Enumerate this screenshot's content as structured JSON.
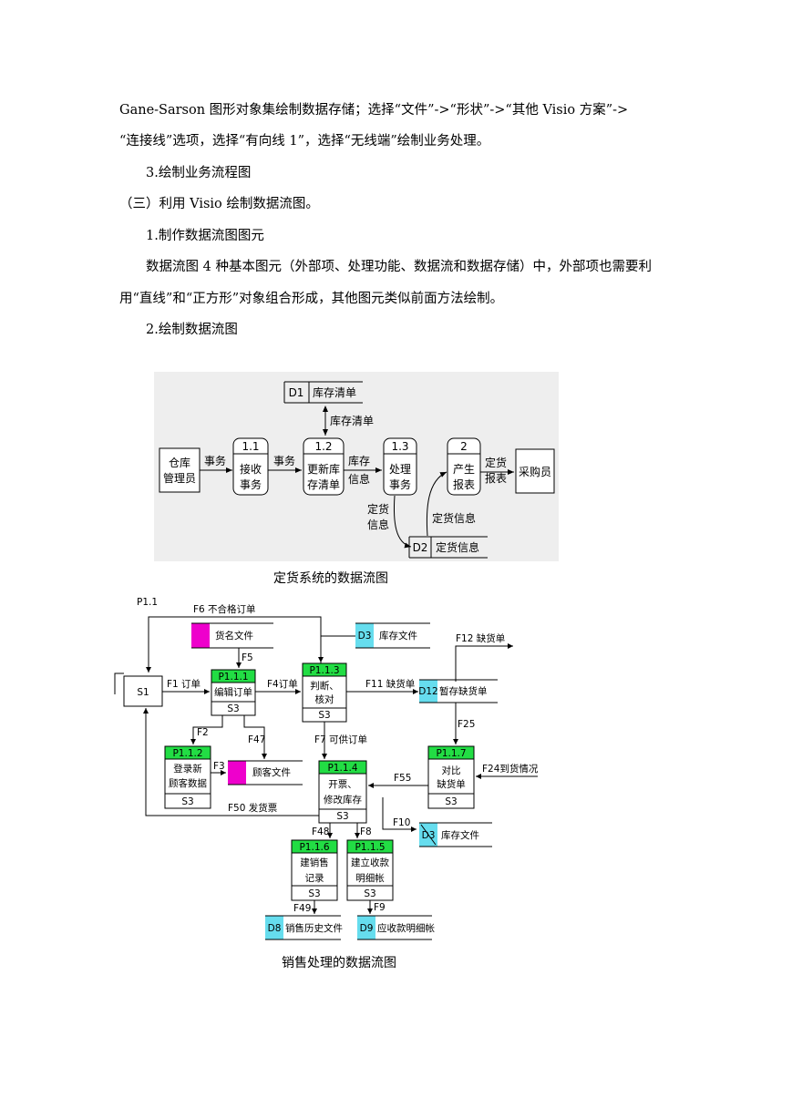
{
  "doc": {
    "lines": [
      "Gane-Sarson 图形对象集绘制数据存储；选择“文件”->“形状”->“其他 Visio 方案”->",
      "“连接线”选项，选择“有向线 1”，选择“无线端”绘制业务处理。",
      "3.绘制业务流程图",
      "（三）利用 Visio 绘制数据流图。",
      "1.制作数据流图图元",
      "数据流图 4 种基本图元（外部项、处理功能、数据流和数据存储）中，外部项也需要利",
      "用“直线”和“正方形”对象组合形成，其他图元类似前面方法绘制。",
      "2.绘制数据流图"
    ],
    "caption1": "定货系统的数据流图",
    "caption2": "销售处理的数据流图"
  },
  "diagram1": {
    "d1_id": "D1",
    "d1_name": "库存清单",
    "d2_id": "D2",
    "d2_name": "定货信息",
    "ext_clerk_1": "仓库",
    "ext_clerk_2": "管理员",
    "ext_buyer": "采购员",
    "p11_id": "1.1",
    "p11_a": "接收",
    "p11_b": "事务",
    "p12_id": "1.2",
    "p12_a": "更新库",
    "p12_b": "存清单",
    "p13_id": "1.3",
    "p13_a": "处理",
    "p13_b": "事务",
    "p2_id": "2",
    "p2_a": "产生",
    "p2_b": "报表",
    "f_tx1": "事务",
    "f_tx2": "事务",
    "f_inv": "库存清单",
    "f_stock_a": "库存",
    "f_stock_b": "信息",
    "f_order_a": "定货",
    "f_order_b": "信息",
    "f_order_info": "定货信息",
    "f_report_a": "定货",
    "f_report_b": "报表"
  },
  "diagram2": {
    "p1_label": "P1.1",
    "f6": "F6 不合格订单",
    "store_goods": "货名文件",
    "f5": "F5",
    "d3_id": "D3",
    "d3_name": "库存文件",
    "f12": "F12 缺货单",
    "s1": "S1",
    "f1": "F1 订单",
    "p111_id": "P1.1.1",
    "p111_name": "编辑订单",
    "p111_s": "S3",
    "f4": "F4订单",
    "p113_id": "P1.1.3",
    "p113_a": "判断、",
    "p113_b": "核对",
    "p113_s": "S3",
    "f11": "F11 缺货单",
    "d12_id": "D12",
    "d12_name": "暂存缺货单",
    "f2": "F2",
    "f47": "F47",
    "f7": "F7 可供订单",
    "f25": "F25",
    "p112_id": "P1.1.2",
    "p112_a": "登录新",
    "p112_b": "顾客数据",
    "p112_s": "S3",
    "f3": "F3",
    "store_cust": "顾客文件",
    "p114_id": "P1.1.4",
    "p114_a": "开票、",
    "p114_b": "修改库存",
    "p114_s": "S3",
    "f55": "F55",
    "p117_id": "P1.1.7",
    "p117_a": "对比",
    "p117_b": "缺货单",
    "p117_s": "S3",
    "f24": "F24到货情况",
    "f50": "F50 发货票",
    "f10": "F10",
    "d3b_id": "D3",
    "d3b_name": "库存文件",
    "f48": "F48",
    "f8": "F8",
    "p116_id": "P1.1.6",
    "p116_a": "建销售",
    "p116_b": "记录",
    "p116_s": "S3",
    "p115_id": "P1.1.5",
    "p115_a": "建立收款",
    "p115_b": "明细帐",
    "p115_s": "S3",
    "f49": "F49",
    "f9": "F9",
    "d8_id": "D8",
    "d8_name": "销售历史文件",
    "d9_id": "D9",
    "d9_name": "应收款明细帐"
  },
  "colors": {
    "process_header": "#22dd44",
    "store_cyan": "#66ddee",
    "store_magenta": "#ee00cc",
    "diagram1_bg": "#eeeeee"
  }
}
